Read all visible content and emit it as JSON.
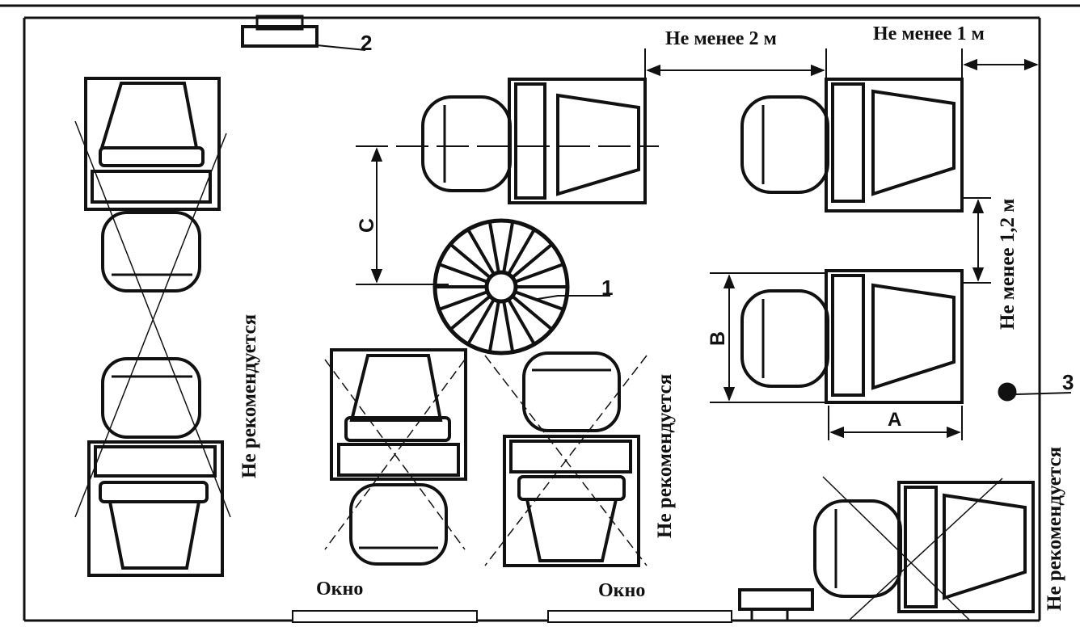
{
  "labels": {
    "gap_2m": "Не менее 2 м",
    "gap_1m": "Не менее 1 м",
    "gap_1_2m": "Не менее 1,2 м",
    "not_recommended": "Не  рекомендуется",
    "not_recommended_2": "Не рекомендуется",
    "window": "Окно",
    "dim_a": "A",
    "dim_b": "B",
    "dim_c": "C",
    "callout_1": "1",
    "callout_2": "2",
    "callout_3": "3"
  }
}
